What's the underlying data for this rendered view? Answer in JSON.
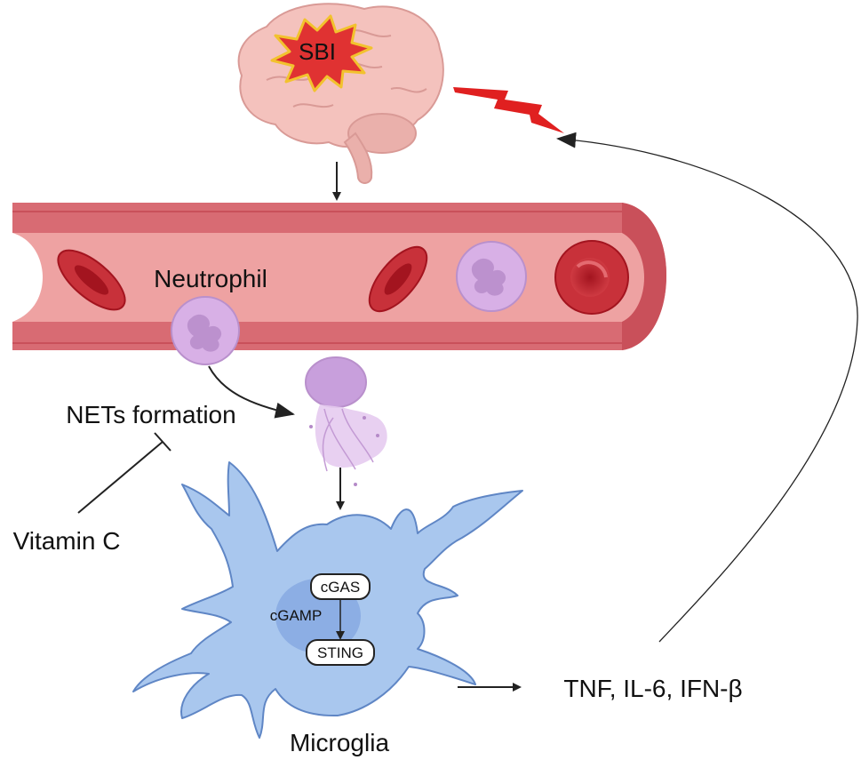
{
  "labels": {
    "sbi": "SBI",
    "neutrophil": "Neutrophil",
    "nets_formation": "NETs formation",
    "vitamin_c": "Vitamin C",
    "cgas": "cGAS",
    "cgamp": "cGAMP",
    "sting": "STING",
    "cytokines": "TNF, IL-6, IFN-β",
    "microglia": "Microglia"
  },
  "colors": {
    "brain": "#f4c2bd",
    "vessel_wall": "#d86b73",
    "vessel_lumen": "#eea2a2",
    "red_cell": "#c8313a",
    "neutrophil": "#d8b0e6",
    "microglia": "#a9c7ee",
    "burst": "#e03232",
    "lightning": "#e02020"
  }
}
